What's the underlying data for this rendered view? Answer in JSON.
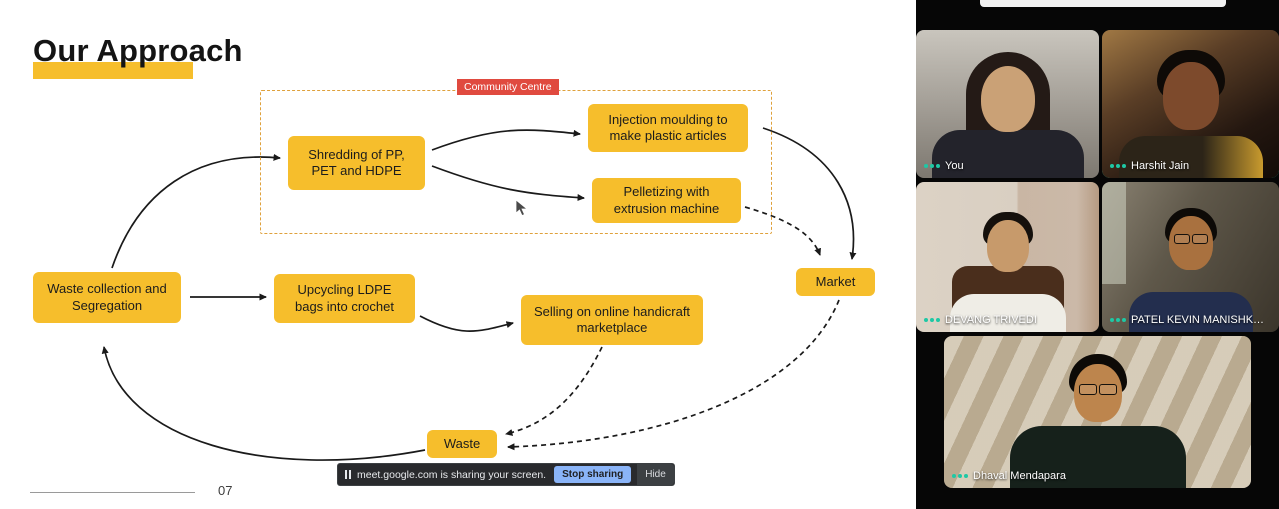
{
  "colors": {
    "accent_yellow": "#F6BE2C",
    "community_label_red": "#E04A3F",
    "dashed_border_orange": "#DFA13C",
    "stop_button_blue": "#8AB4F8",
    "speaking_indicator_teal": "#1EC8A5"
  },
  "slide": {
    "title": "Our Approach",
    "page_number": "07",
    "community_label": "Community Centre",
    "nodes": {
      "shredding": "Shredding of PP, PET and HDPE",
      "injection": "Injection moulding to make plastic articles",
      "pelletizing": "Pelletizing with extrusion machine",
      "waste_collection": "Waste collection and Segregation",
      "upcycling": "Upcycling LDPE bags into crochet",
      "selling": "Selling on online handicraft marketplace",
      "market": "Market",
      "waste": "Waste"
    }
  },
  "share_banner": {
    "message": "meet.google.com is sharing your screen.",
    "stop_button": "Stop sharing",
    "hide_button": "Hide"
  },
  "call": {
    "participants": [
      {
        "name": "You",
        "speaking": false
      },
      {
        "name": "Harshit Jain",
        "speaking": true
      },
      {
        "name": "DEVANG TRIVEDI",
        "speaking": false
      },
      {
        "name": "PATEL KEVIN MANISHK…",
        "speaking": false
      },
      {
        "name": "Dhaval Mendapara",
        "speaking": false
      }
    ]
  }
}
